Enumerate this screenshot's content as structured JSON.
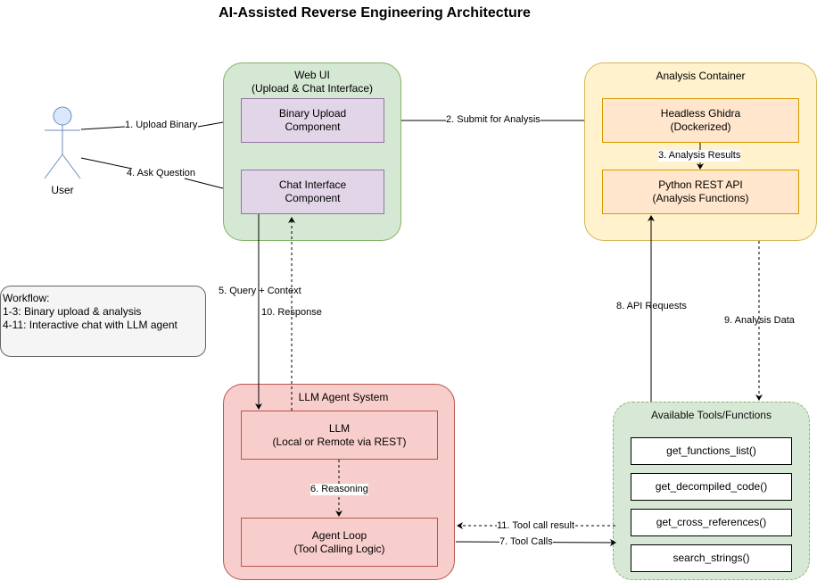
{
  "title": "AI-Assisted Reverse Engineering Architecture",
  "actor": {
    "label": "User",
    "icon": "stick-figure-icon"
  },
  "web_ui": {
    "title": "Web UI\n(Upload & Chat Interface)",
    "components": [
      {
        "label": "Binary Upload\nComponent"
      },
      {
        "label": "Chat Interface\nComponent"
      }
    ]
  },
  "analysis_container": {
    "title": "Analysis Container",
    "components": [
      {
        "label": "Headless Ghidra\n(Dockerized)"
      },
      {
        "label": "Python REST API\n(Analysis Functions)"
      }
    ]
  },
  "llm_agent_system": {
    "title": "LLM Agent System",
    "components": [
      {
        "label": "LLM\n(Local or Remote via REST)"
      },
      {
        "label": "Agent Loop\n(Tool Calling Logic)"
      }
    ]
  },
  "tools": {
    "title": "Available Tools/Functions",
    "items": [
      "get_functions_list()",
      "get_decompiled_code()",
      "get_cross_references()",
      "search_strings()"
    ]
  },
  "note": {
    "text": "Workflow:\n1-3: Binary upload & analysis\n4-11: Interactive chat with LLM agent"
  },
  "edges": [
    {
      "label": "1. Upload Binary",
      "style": "solid"
    },
    {
      "label": "2. Submit for Analysis",
      "style": "solid"
    },
    {
      "label": "3. Analysis Results",
      "style": "solid"
    },
    {
      "label": "4. Ask Question",
      "style": "solid"
    },
    {
      "label": "5. Query + Context",
      "style": "solid"
    },
    {
      "label": "6. Reasoning",
      "style": "dashed"
    },
    {
      "label": "7. Tool Calls",
      "style": "solid"
    },
    {
      "label": "8. API Requests",
      "style": "solid"
    },
    {
      "label": "9. Analysis Data",
      "style": "dashed"
    },
    {
      "label": "10. Response",
      "style": "dashed"
    },
    {
      "label": "11. Tool call result",
      "style": "dashed"
    }
  ]
}
